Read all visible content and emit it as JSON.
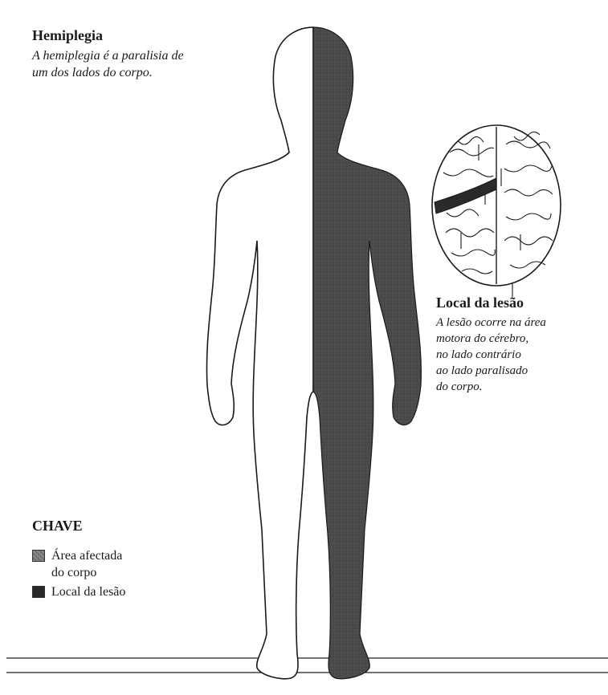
{
  "header": {
    "title": "Hemiplegia",
    "description": "A hemiplegia é a paralisia de\num dos lados do corpo."
  },
  "lesion": {
    "title": "Local da lesão",
    "description": "A lesão ocorre na área\nmotora do cérebro,\nno lado contrário\nao lado paralisado\ndo corpo."
  },
  "key": {
    "title": "CHAVE",
    "items": [
      {
        "label": "Área afectada\ndo corpo",
        "color": "#6f6f6f"
      },
      {
        "label": "Local da lesão",
        "color": "#2a2a2a"
      }
    ]
  },
  "colors": {
    "affected_side": "#4a4a4a",
    "lesion_band": "#2a2a2a",
    "outline": "#1a1a1a"
  }
}
